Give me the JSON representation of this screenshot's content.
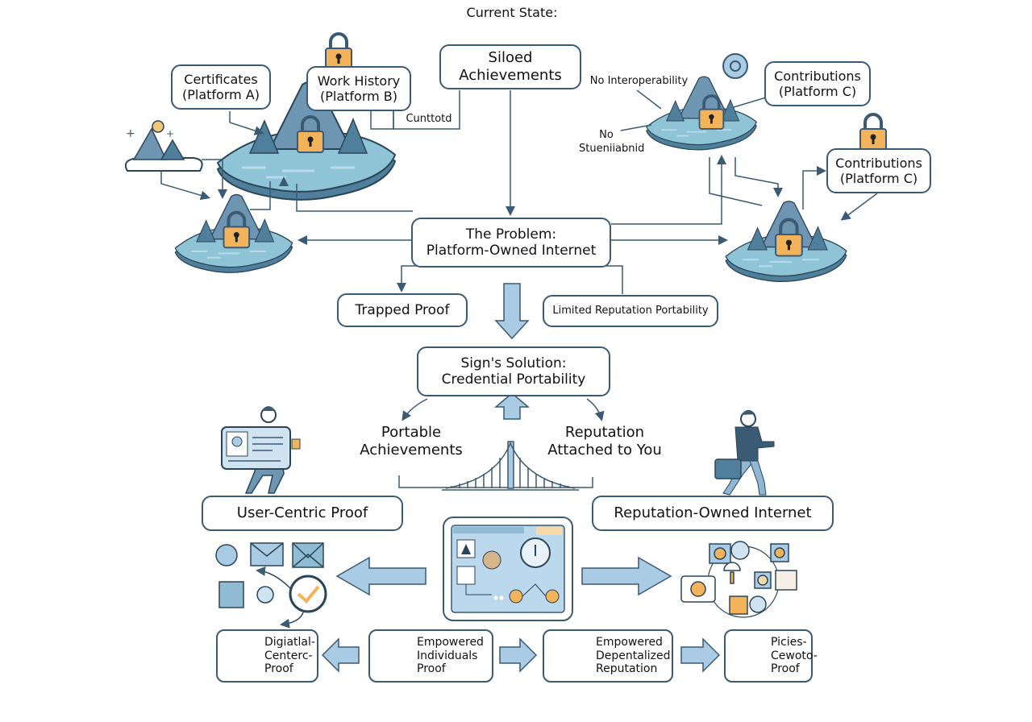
{
  "top": {
    "current_state_label": "Current State:",
    "siloed_title": "Siloed\nAchievements",
    "certificates": "Certificates\n(Platform A)",
    "work_history": "Work History\n(Platform B)",
    "contributions_1": "Contributions\n(Platform C)",
    "contributions_2": "Contributions\n(Platform C)",
    "annotation_controlled": "Cunttotd",
    "annotation_interop": "No Interoperability",
    "annotation_no": "No",
    "annotation_standard": "Stueniiabnid"
  },
  "problem": {
    "title": "The Problem:\nPlatform-Owned Internet",
    "trapped": "Trapped Proof",
    "limited": "Limited Reputation Portability"
  },
  "solution": {
    "title": "Sign's Solution:\nCredential Portability",
    "portable": "Portable\nAchievements",
    "reputation_attached": "Reputation\nAttached to You",
    "user_centric": "User-Centric Proof",
    "reputation_owned": "Reputation-Owned Internet"
  },
  "bottom_cards": [
    {
      "text": "Digiatlal-\nCenterc-\nProof",
      "icon": "person-icon"
    },
    {
      "text": "Empowered\nIndividuals\nProof",
      "icon": "graduate-icon"
    },
    {
      "text": "Empowered\nDepentalized\nReputation",
      "icon": "magnifier-icon"
    },
    {
      "text": "Picies-\nCewoto-\nProof",
      "icon": "profile-icon"
    }
  ],
  "colors": {
    "stroke": "#3b5a73",
    "island_top": "#8fc3d6",
    "island_side": "#4f7f9a",
    "mountain": "#6e95b2",
    "lock": "#f2b35a",
    "arrow_fill": "#a9cbe3"
  }
}
